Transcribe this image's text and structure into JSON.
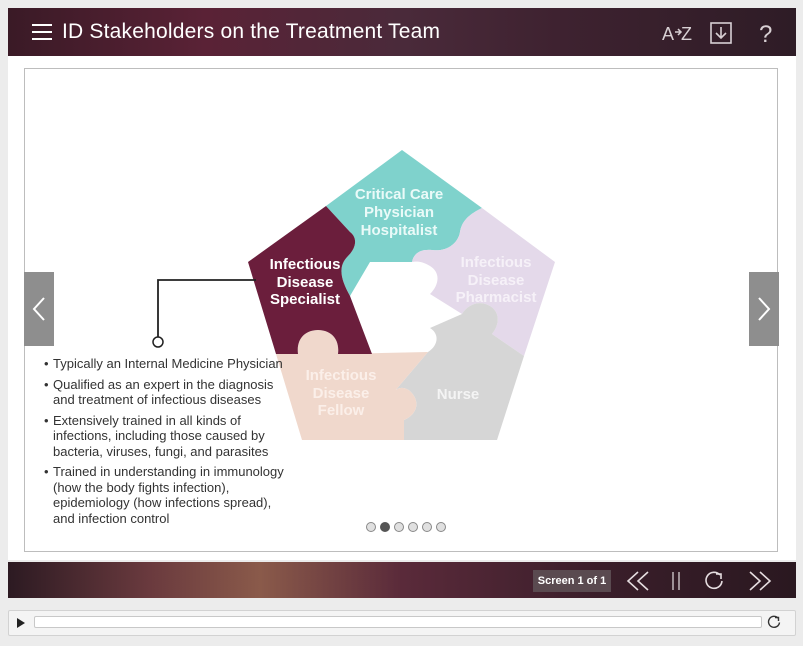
{
  "header": {
    "title": "ID Stakeholders on the Treatment Team",
    "icons": [
      "menu-icon",
      "glossary-az-icon",
      "download-icon",
      "help-icon"
    ]
  },
  "slide": {
    "puzzle": {
      "pieces": [
        {
          "line1": "Critical Care",
          "line2": "Physician",
          "line3": "Hospitalist",
          "color": "#7fd2cc"
        },
        {
          "line1": "Infectious",
          "line2": "Disease",
          "line3": "Pharmacist",
          "color": "#e4d9ea"
        },
        {
          "line1": "Nurse",
          "color": "#d6d6d6"
        },
        {
          "line1": "Infectious",
          "line2": "Disease",
          "line3": "Fellow",
          "color": "#f0d8cc"
        },
        {
          "line1": "Infectious",
          "line2": "Disease",
          "line3": "Specialist",
          "color": "#6b1e3c"
        }
      ]
    },
    "bullets": [
      "Typically an Internal Medicine Physician",
      "Qualified as an expert in the diagnosis and treatment of infectious diseases",
      "Extensively trained in all kinds of infections, including those caused by bacteria, viruses, fungi, and parasites",
      "Trained in understanding in immunology (how the body fights infection), epidemiology (how infections spread), and infection control"
    ],
    "dots_active": 2
  },
  "footer": {
    "screen_label": "Screen 1 of 1"
  }
}
